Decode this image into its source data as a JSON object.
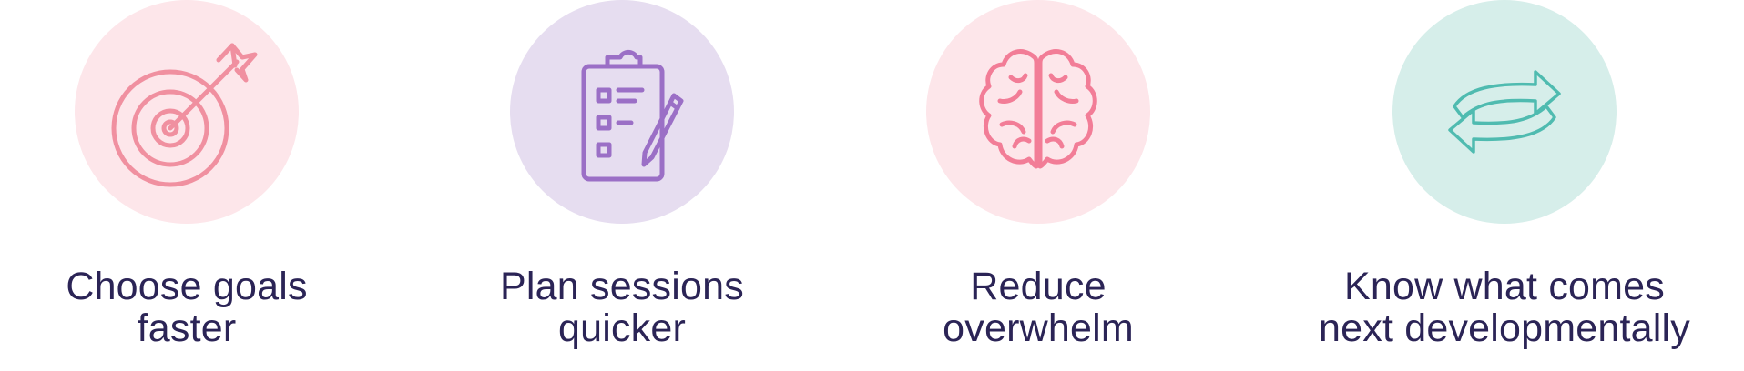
{
  "features": [
    {
      "icon": "target-arrow-icon",
      "line1": "Choose goals",
      "line2": "faster",
      "circle_color": "#fde6ea",
      "icon_color": "#f090a0"
    },
    {
      "icon": "clipboard-checklist-icon",
      "line1": "Plan sessions",
      "line2": "quicker",
      "circle_color": "#e6ddf0",
      "icon_color": "#9b6fc6"
    },
    {
      "icon": "brain-icon",
      "line1": "Reduce",
      "line2": "overwhelm",
      "circle_color": "#fde6ea",
      "icon_color": "#f27d97"
    },
    {
      "icon": "cycle-arrows-icon",
      "line1": "Know what comes",
      "line2": "next developmentally",
      "circle_color": "#d6eeea",
      "icon_color": "#4fbbb0"
    }
  ]
}
